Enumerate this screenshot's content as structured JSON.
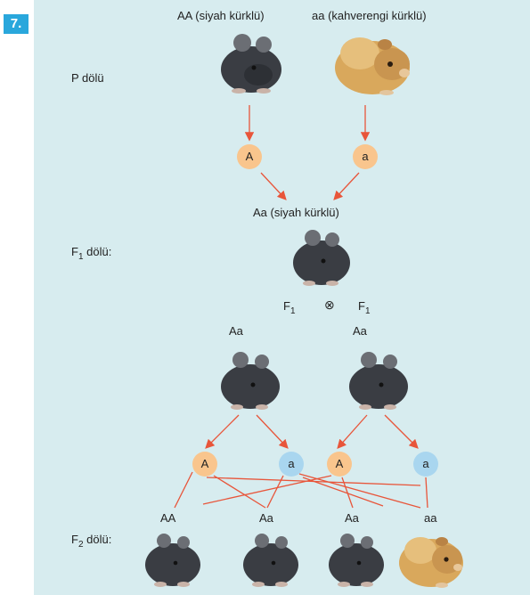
{
  "question_number": "7.",
  "p_generation": {
    "label": "P dölü",
    "left_parent": "AA (siyah kürklü)",
    "right_parent": "aa (kahverengi kürklü)",
    "gamete_left": "A",
    "gamete_right": "a"
  },
  "f1_generation": {
    "label_base": "F",
    "label_sub": "1",
    "label_rest": " dölü:",
    "genotype": "Aa (siyah kürklü)"
  },
  "cross": {
    "left_base": "F",
    "left_sub": "1",
    "symbol": "⊗",
    "right_base": "F",
    "right_sub": "1",
    "left_genotype": "Aa",
    "right_genotype": "Aa",
    "gametes": [
      "A",
      "a",
      "A",
      "a"
    ]
  },
  "f2_generation": {
    "label_base": "F",
    "label_sub": "2",
    "label_rest": " dölü:",
    "genotypes": [
      "AA",
      "Aa",
      "Aa",
      "aa"
    ]
  },
  "colors": {
    "arrow": "#e8553a",
    "dominant_gamete": "#f9c58d",
    "recessive_gamete": "#a9d6ef",
    "black_fur": "#3a3d43",
    "brown_fur": "#d9a85c",
    "panel": "#d7ecef"
  }
}
